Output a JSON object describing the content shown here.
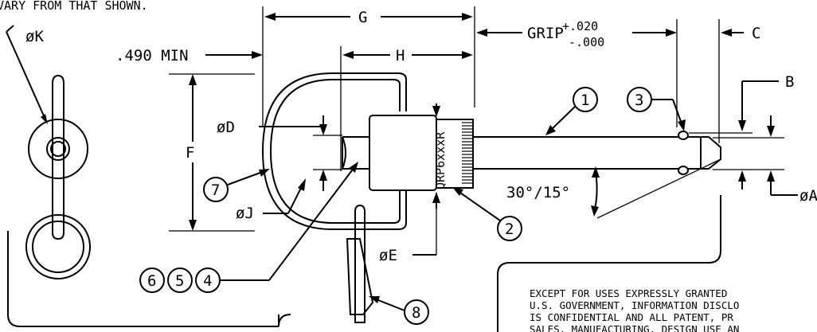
{
  "header_note": "VARY FROM THAT SHOWN.",
  "dimensions": {
    "k": "øK",
    "min490": ".490 MIN",
    "g": "G",
    "h": "H",
    "grip": "GRIP",
    "grip_tol_upper": "+.020",
    "grip_tol_lower": "-.000",
    "c": "C",
    "b": "B",
    "d": "øD",
    "f": "F",
    "j": "øJ",
    "e": "øE",
    "a": "øA",
    "angle": "30°/15°"
  },
  "part_marking": "QRP6xxxR",
  "balloons": [
    "1",
    "2",
    "3",
    "4",
    "5",
    "6",
    "7",
    "8"
  ],
  "notice_lines": [
    "EXCEPT FOR USES EXPRESSLY GRANTED",
    "U.S. GOVERNMENT, INFORMATION DISCLO",
    "IS CONFIDENTIAL AND ALL PATENT, PR",
    "SALES, MANUFACTURING, DESIGN USE AN"
  ]
}
